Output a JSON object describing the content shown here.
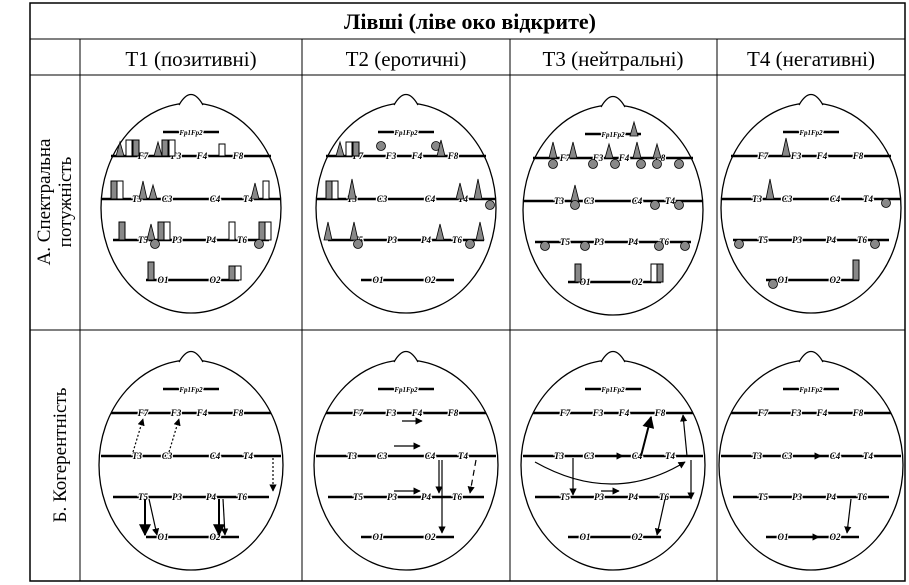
{
  "title": "Лівші (ліве око відкрите)",
  "columns": [
    "T1 (позитивні)",
    "T2 (еротичні)",
    "T3 (нейтральні)",
    "T4 (негативні)"
  ],
  "rows": [
    {
      "line1": "А. Спектральна",
      "line2": "потужність"
    },
    {
      "line1": "Б. Когерентність",
      "line2": ""
    }
  ],
  "electrodes": {
    "fp": "Fp1Fp2",
    "f7": "F7",
    "f3": "F3",
    "f4": "F4",
    "f8": "F8",
    "t3": "T3",
    "c3": "C3",
    "c4": "C4",
    "t4": "T4",
    "t5": "T5",
    "p3": "P3",
    "p4": "P4",
    "t6": "T6",
    "o1": "O1",
    "o2": "O2"
  }
}
